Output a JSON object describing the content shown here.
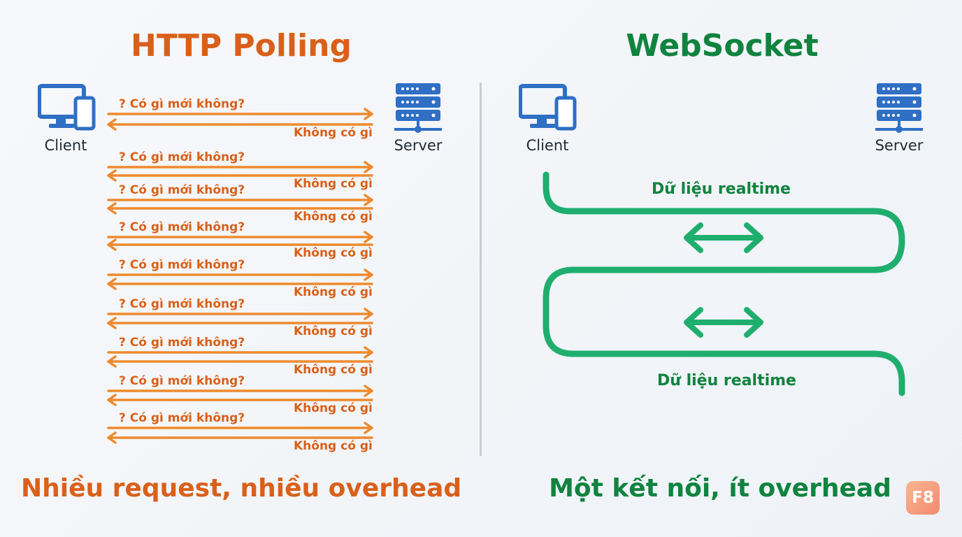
{
  "left_panel": {
    "title": "HTTP Polling",
    "client_label": "Client",
    "server_label": "Server",
    "exchanges": [
      {
        "request": "? Có gì mới không?",
        "response": "Không có gì"
      },
      {
        "request": "? Có gì mới không?",
        "response": "Không có gì"
      },
      {
        "request": "? Có gì mới không?",
        "response": "Không có gì"
      },
      {
        "request": "? Có gì mới không?",
        "response": "Không có gì"
      },
      {
        "request": "? Có gì mới không?",
        "response": "Không có gì"
      },
      {
        "request": "? Có gì mới không?",
        "response": "Không có gì"
      },
      {
        "request": "? Có gì mới không?",
        "response": "Không có gì"
      },
      {
        "request": "? Có gì mới không?",
        "response": "Không có gì"
      },
      {
        "request": "? Có gì mới không?",
        "response": "Không có gì"
      }
    ],
    "caption": "Nhiều request, nhiều overhead"
  },
  "right_panel": {
    "title": "WebSocket",
    "client_label": "Client",
    "server_label": "Server",
    "data_label_top": "Dữ liệu realtime",
    "data_label_bottom": "Dữ liệu realtime",
    "caption": "Một kết nối, ít overhead"
  },
  "icons": {
    "client": "desktop-and-phone-icon",
    "server": "server-rack-icon",
    "bidirectional": "double-arrow-icon"
  },
  "colors": {
    "polling": "#d9601a",
    "polling_arrow": "#ee8a2e",
    "websocket": "#10833f",
    "websocket_line": "#1fae6e",
    "icon_blue": "#2f6fc4"
  },
  "logo": "F8"
}
